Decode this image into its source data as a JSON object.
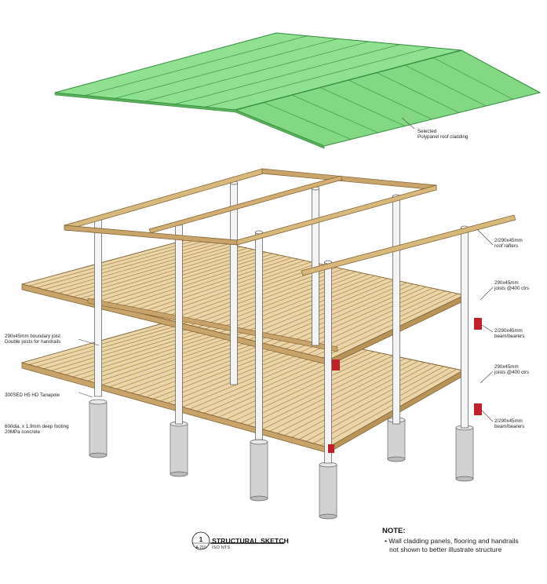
{
  "annotations": {
    "roof_cladding": [
      "Selected",
      "Polypanel roof cladding"
    ],
    "roof_rafters": [
      "2/290x45mm",
      "roof rafters"
    ],
    "upper_joists": [
      "290x45mm",
      "joists @400 ctrs"
    ],
    "upper_bearers": [
      "2/290x45mm",
      "beam/bearers"
    ],
    "boundary_joist": [
      "290x45mm boundary joist",
      "Double joists for handrails"
    ],
    "lower_joists": [
      "290x45mm",
      "joists @400 ctrs"
    ],
    "lower_bearers": [
      "2/290x45mm",
      "beam/bearers"
    ],
    "tanapole": [
      "300SED H5 HD Tanapole"
    ],
    "footing": [
      "600dia. x 1.9mm deep footing",
      "20MPa concrete"
    ]
  },
  "title_block": {
    "number": "1",
    "sheet_ref": "A-210",
    "title": "STRUCTURAL SKETCH",
    "scale": "ISO NTS"
  },
  "note": {
    "heading": "NOTE:",
    "lines": [
      "• Wall cladding panels, flooring and handrails",
      "not shown to better illustrate structure"
    ]
  },
  "colors": {
    "roof_fill": "#8fe08f",
    "roof_stroke": "#2e8b3a",
    "timber": "#c8a46a",
    "timber_edge": "#7a5a2a",
    "pole": "#f4f4f4",
    "footing": "#d2d2d2",
    "steel_bracket": "#c0202a"
  }
}
